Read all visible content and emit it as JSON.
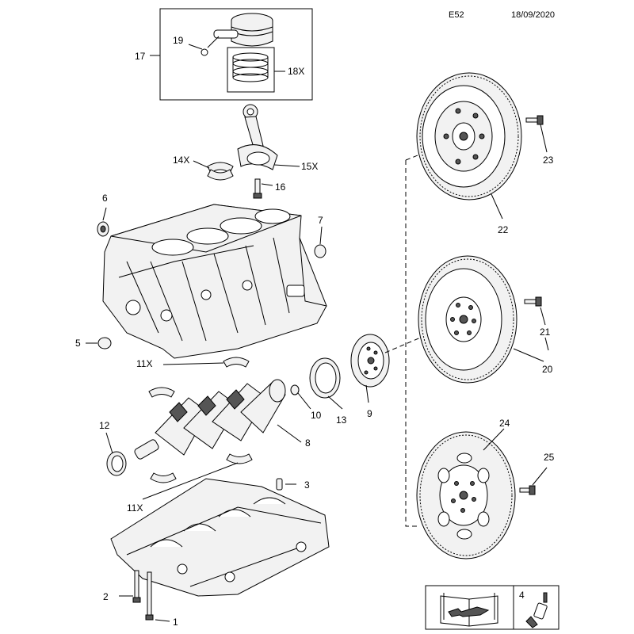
{
  "header": {
    "code": "E52",
    "date": "18/09/2020"
  },
  "callouts": {
    "c1": "1",
    "c2": "2",
    "c3": "3",
    "c4": "4",
    "c5": "5",
    "c6": "6",
    "c7": "7",
    "c8": "8",
    "c9": "9",
    "c10": "10",
    "c11a": "11X",
    "c11b": "11X",
    "c12": "12",
    "c13": "13",
    "c14": "14X",
    "c15": "15X",
    "c16": "16",
    "c17": "17",
    "c18": "18X",
    "c19": "19",
    "c20": "20",
    "c21": "21",
    "c22": "22",
    "c23": "23",
    "c24": "24",
    "c25": "25"
  }
}
